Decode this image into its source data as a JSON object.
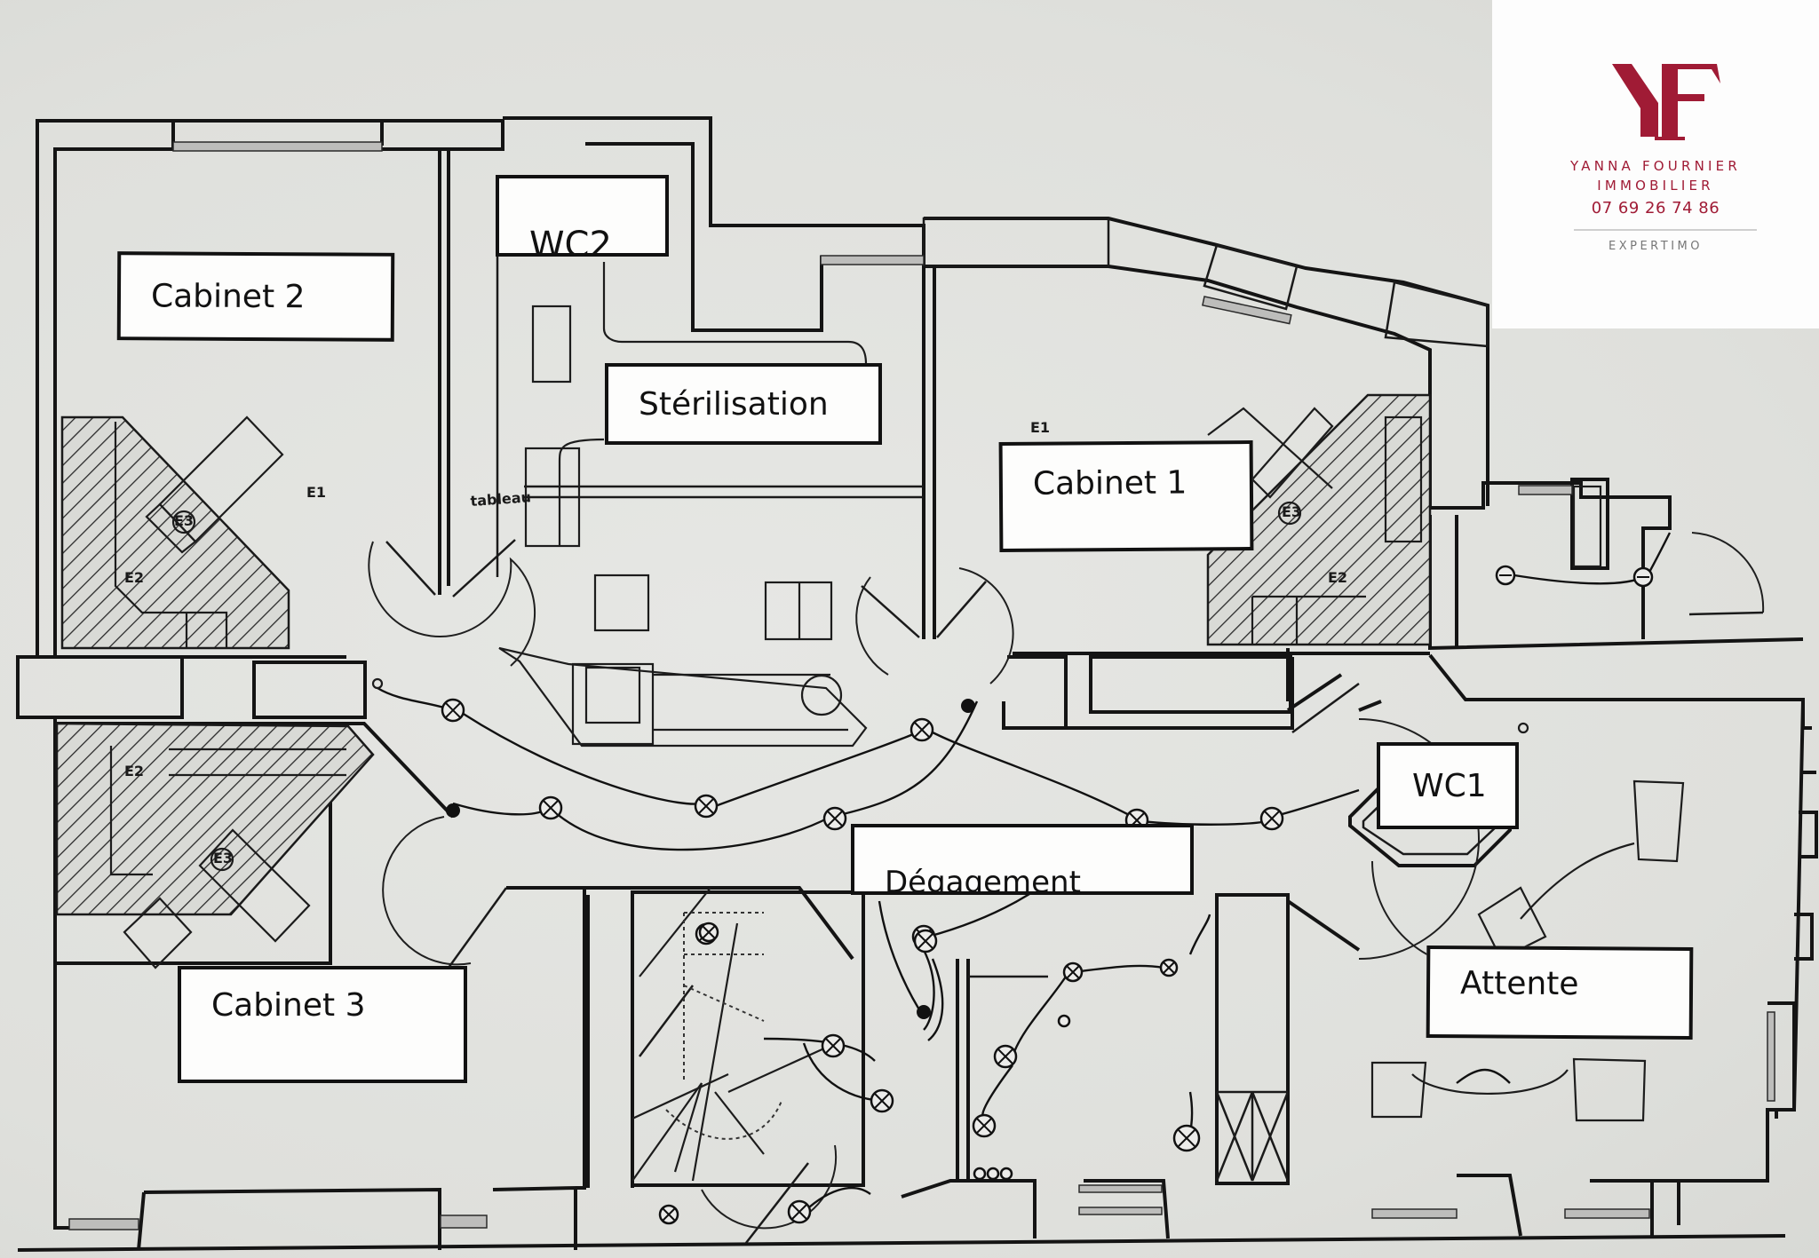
{
  "plan": {
    "rooms": [
      {
        "id": "cabinet-2",
        "label": "Cabinet 2"
      },
      {
        "id": "wc2",
        "label": "WC2"
      },
      {
        "id": "sterilisation",
        "label": "Stérilisation"
      },
      {
        "id": "cabinet-1",
        "label": "Cabinet 1"
      },
      {
        "id": "wc1",
        "label": "WC1"
      },
      {
        "id": "degagement",
        "label": "Dégagement"
      },
      {
        "id": "cabinet-3",
        "label": "Cabinet 3"
      },
      {
        "id": "attente",
        "label": "Attente"
      }
    ],
    "annotations": {
      "e1_cabinet2": "E1",
      "e2_cabinet2": "E2",
      "e3_cabinet2": "E3",
      "e1_cabinet1": "E1",
      "e2_cabinet1": "E2",
      "e3_cabinet1": "E3",
      "e2_cabinet3": "E2",
      "e3_cabinet3": "E3",
      "tableau": "tableau"
    }
  },
  "branding": {
    "monogram": "YF",
    "name_line1": "YANNA FOURNIER",
    "name_line2": "IMMOBILIER",
    "phone": "07 69 26 74 86",
    "network": "EXPERTIMO",
    "brand_color": "#a01b35"
  }
}
